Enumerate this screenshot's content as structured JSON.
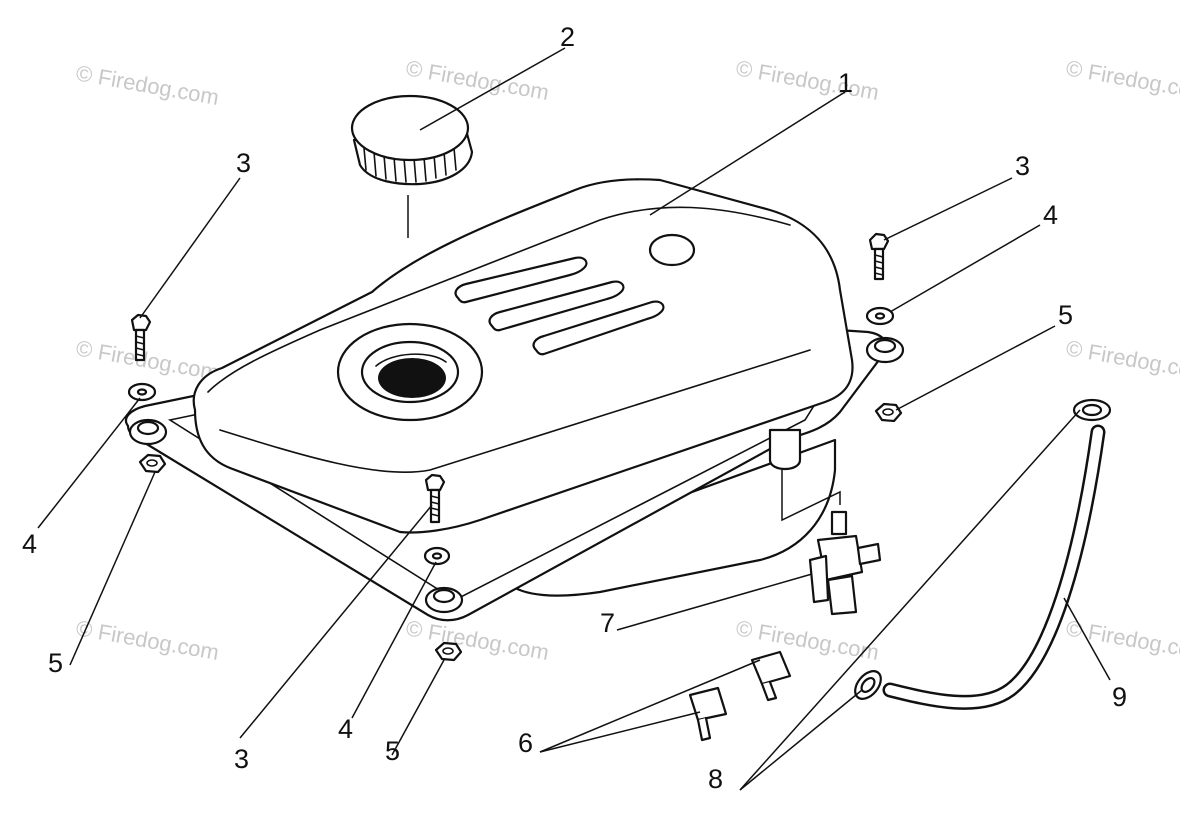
{
  "watermark": "© Firedog.com",
  "callouts": {
    "c1": "1",
    "c2": "2",
    "c3a": "3",
    "c3b": "3",
    "c3c": "3",
    "c4a": "4",
    "c4b": "4",
    "c4c": "4",
    "c5a": "5",
    "c5b": "5",
    "c5c": "5",
    "c6": "6",
    "c7": "7",
    "c8": "8",
    "c9": "9"
  },
  "colors": {
    "line": "#111111",
    "watermark": "#c8c8c8",
    "background": "#ffffff"
  }
}
